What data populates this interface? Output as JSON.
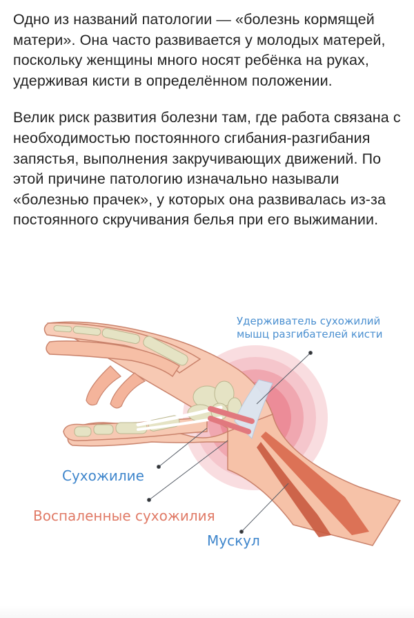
{
  "article": {
    "paragraphs": [
      "Одно из названий патологии — «болезнь кормящей матери». Она часто развивается у молодых матерей, поскольку женщины много носят ребёнка на руках, удерживая кисти в определённом положении.",
      "Велик риск развития болезни там, где работа связана с необходимостью постоянного сгибания-разгибания запястья, выполнения закручивающих движений. По этой причине патологию изначально называли «болезнью прачек», у которых она развивалась из-за постоянного скручивания белья при его выжимании."
    ]
  },
  "figure": {
    "type": "anatomical-illustration",
    "subject": "wrist-tendon-inflammation",
    "labels": {
      "retinaculum_line1": "Удерживатель сухожилий",
      "retinaculum_line2": "мышц разгибателей кисти",
      "tendon": "Сухожилие",
      "inflamed_tendons": "Воспаленные сухожилия",
      "muscle": "Мускул"
    },
    "colors": {
      "blue_label": "#3f86cc",
      "red_label": "#e07a66",
      "skin": "#f5c3aa",
      "bone": "#e3e2c3",
      "inflammation": "#e9707e",
      "muscle": "#d9694c"
    }
  }
}
